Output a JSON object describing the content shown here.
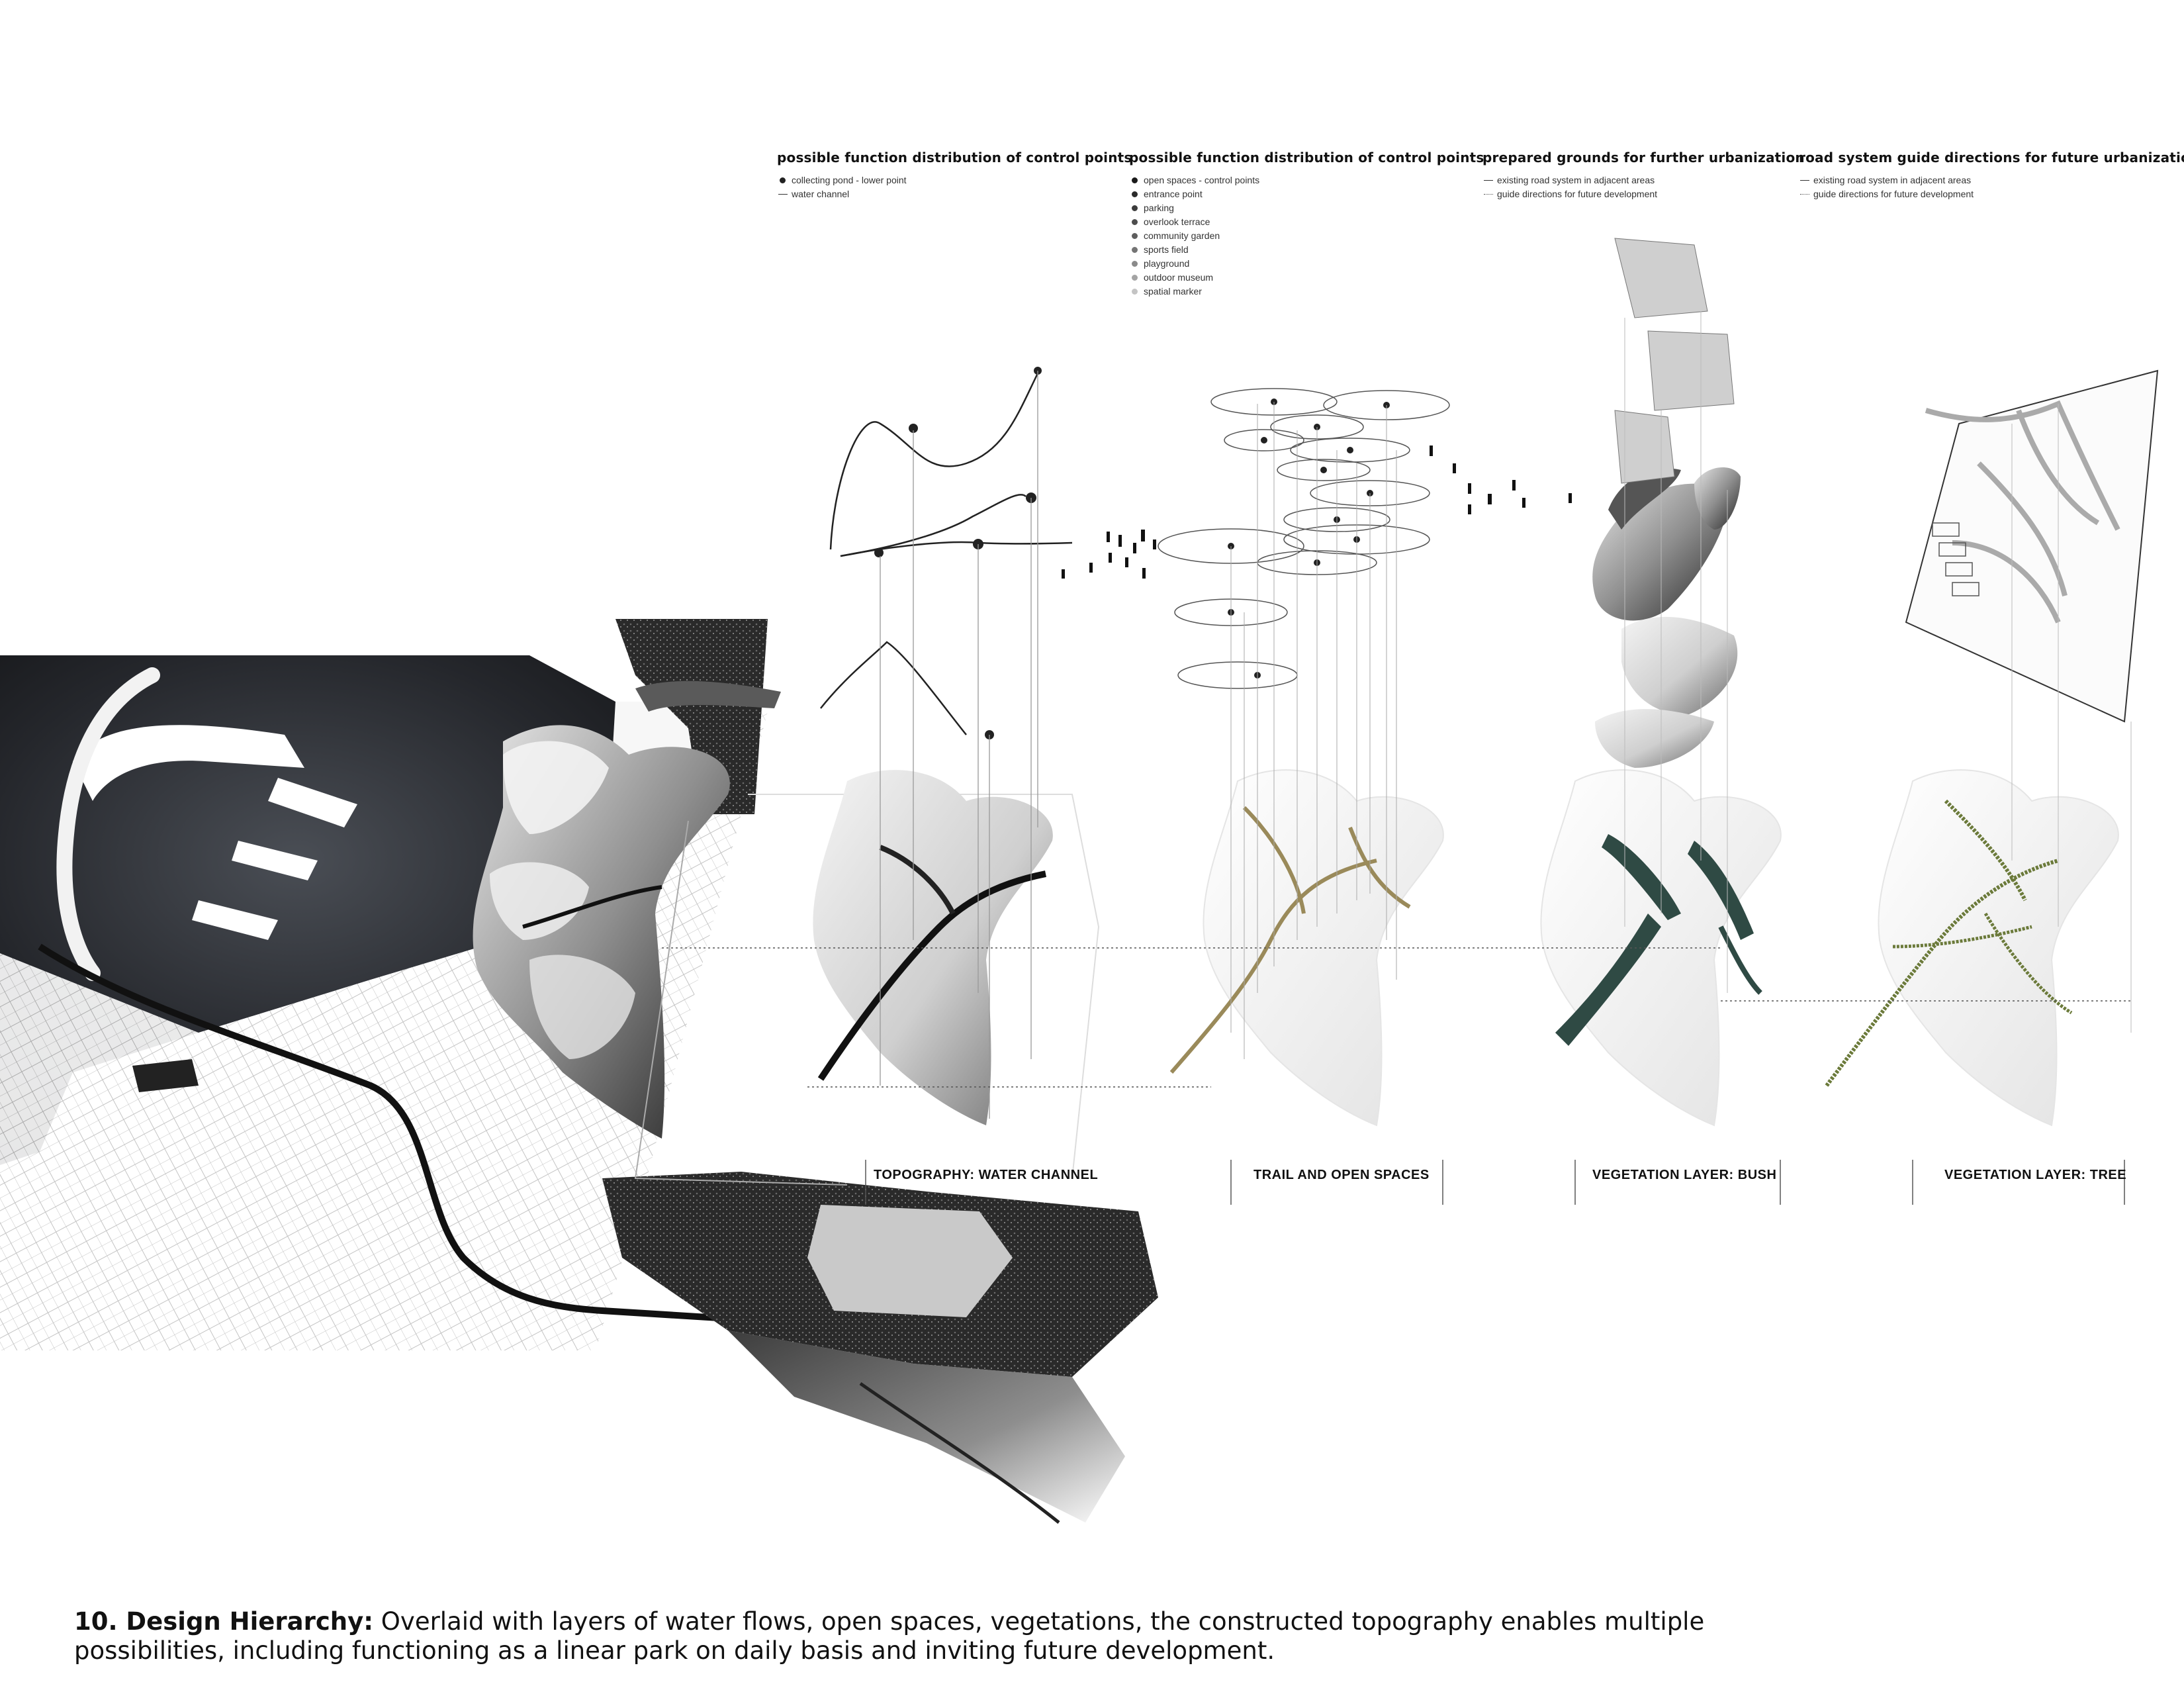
{
  "legends": [
    {
      "title": "possible function distribution of control points",
      "items": [
        {
          "symbol": "dot",
          "shade": "#222222",
          "label": "collecting pond - lower point"
        },
        {
          "symbol": "line",
          "shade": "#333333",
          "label": "water channel"
        }
      ]
    },
    {
      "title": "possible function distribution of control points",
      "items": [
        {
          "symbol": "dot",
          "shade": "#1a1a1a",
          "label": "open spaces - control points"
        },
        {
          "symbol": "dot",
          "shade": "#2b2b2b",
          "label": "entrance point"
        },
        {
          "symbol": "dot",
          "shade": "#3c3c3c",
          "label": "parking"
        },
        {
          "symbol": "dot",
          "shade": "#4d4d4d",
          "label": "overlook terrace"
        },
        {
          "symbol": "dot",
          "shade": "#5e5e5e",
          "label": "community garden"
        },
        {
          "symbol": "dot",
          "shade": "#747474",
          "label": "sports field"
        },
        {
          "symbol": "dot",
          "shade": "#8a8a8a",
          "label": "playground"
        },
        {
          "symbol": "dot",
          "shade": "#a4a4a4",
          "label": "outdoor museum"
        },
        {
          "symbol": "dot",
          "shade": "#c4c4c4",
          "label": "spatial marker"
        }
      ]
    },
    {
      "title": "prepared grounds for further urbanization",
      "items": [
        {
          "symbol": "line",
          "shade": "#333333",
          "label": "existing road system in adjacent areas"
        },
        {
          "symbol": "dots",
          "shade": "#555555",
          "label": "guide directions for future development"
        }
      ]
    },
    {
      "title": "road system guide directions for future urbanization",
      "items": [
        {
          "symbol": "line",
          "shade": "#333333",
          "label": "existing road system in adjacent areas"
        },
        {
          "symbol": "dots",
          "shade": "#555555",
          "label": "guide directions for future development"
        }
      ]
    }
  ],
  "layers": [
    {
      "label": "TOPOGRAPHY: WATER CHANNEL"
    },
    {
      "label": "TRAIL AND OPEN SPACES"
    },
    {
      "label": "VEGETATION LAYER: BUSH"
    },
    {
      "label": "VEGETATION LAYER: TREE"
    }
  ],
  "caption": {
    "heading": "10. Design Hierarchy:",
    "text": " Overlaid with layers of water flows, open spaces, vegetations, the constructed topography enables multiple possibilities, including functioning as a linear park on daily basis and inviting future development."
  },
  "colors": {
    "bush": "#2f4a44",
    "tree": "#6b7a3a",
    "trail": "#9a8a5a",
    "sea": "#2c2f35"
  }
}
